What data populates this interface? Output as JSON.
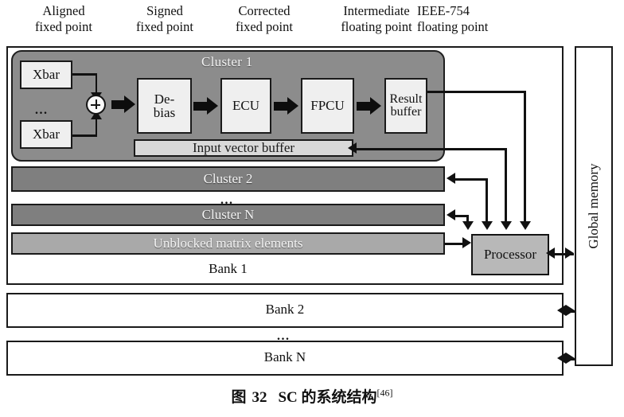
{
  "figure": {
    "caption_prefix": "图",
    "caption_number": "32",
    "caption_title": "SC 的系统结构",
    "caption_reference": "[46]"
  },
  "column_labels": [
    {
      "id": "aligned-fixed-point",
      "text": "Aligned\nfixed point"
    },
    {
      "id": "signed-fixed-point",
      "text": "Signed\nfixed point"
    },
    {
      "id": "corrected-fixed-point",
      "text": "Corrected\nfixed point"
    },
    {
      "id": "intermediate-floating",
      "text": "Intermediate\nfloating point"
    },
    {
      "id": "ieee754-floating",
      "text": "IEEE-754\nfloating point"
    }
  ],
  "cluster1": {
    "title": "Cluster 1",
    "xbar_top": "Xbar",
    "xbar_bottom": "Xbar",
    "xbar_ellipsis": "...",
    "adder_symbol": "+",
    "pipeline": [
      {
        "id": "de-bias",
        "label": "De-\nbias"
      },
      {
        "id": "ecu",
        "label": "ECU"
      },
      {
        "id": "fpcu",
        "label": "FPCU"
      },
      {
        "id": "result-buffer",
        "label": "Result\nbuffer"
      }
    ],
    "input_vector_buffer": "Input vector buffer"
  },
  "bank1": {
    "label": "Bank 1",
    "cluster2": "Cluster 2",
    "cluster_ellipsis": "...",
    "cluster_n": "Cluster  N",
    "unblocked": "Unblocked matrix elements"
  },
  "banks": {
    "bank2": "Bank 2",
    "bank_ellipsis": "...",
    "bank_n": "Bank N"
  },
  "processor": {
    "label": "Processor"
  },
  "global_memory": {
    "label": "Global memory"
  },
  "colors": {
    "cluster_fill": "#8c8c8c",
    "cluster_bar_dark": "#7f7f7f",
    "cluster_bar_mid": "#a9a9a9",
    "unit_fill": "#efefef",
    "processor_fill": "#b8b8b8",
    "buffer_fill": "#d9d9d9",
    "stroke": "#1a1a1a",
    "background": "#ffffff"
  }
}
